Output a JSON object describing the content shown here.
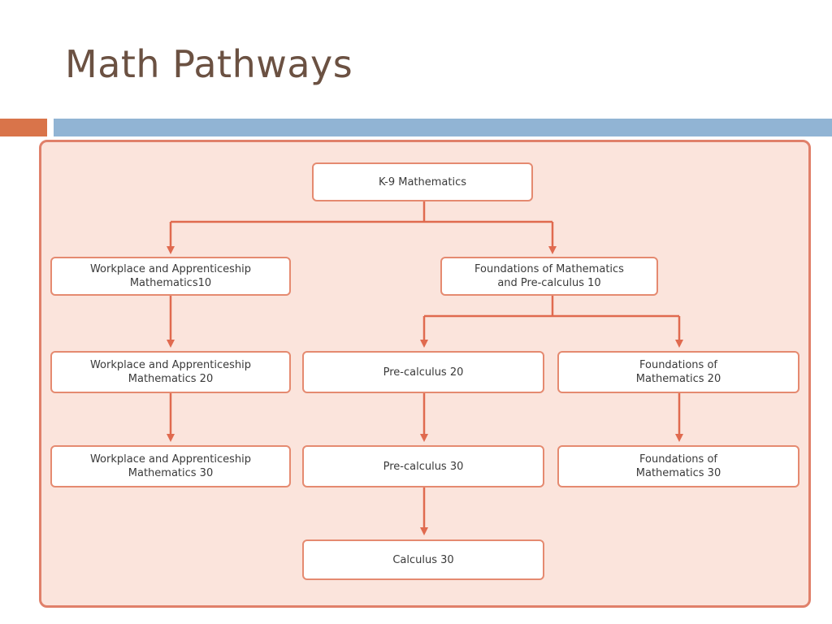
{
  "slide": {
    "title": "Math Pathways"
  },
  "colors": {
    "title_text": "#6b5142",
    "accent_orange": "#d9744a",
    "accent_blue": "#91b4d4",
    "panel_fill": "#fbe4dc",
    "panel_border": "#e0806a",
    "connector": "#e06a4f"
  },
  "diagram": {
    "nodes": {
      "k9": "K-9 Mathematics",
      "wa10": "Workplace and Apprenticeship\nMathematics10",
      "fpc10": "Foundations of Mathematics\nand Pre-calculus 10",
      "wa20": "Workplace and Apprenticeship\nMathematics 20",
      "pc20": "Pre-calculus 20",
      "fm20": "Foundations of\nMathematics 20",
      "wa30": "Workplace and Apprenticeship\nMathematics 30",
      "pc30": "Pre-calculus 30",
      "fm30": "Foundations of\nMathematics 30",
      "calc30": "Calculus 30"
    }
  }
}
